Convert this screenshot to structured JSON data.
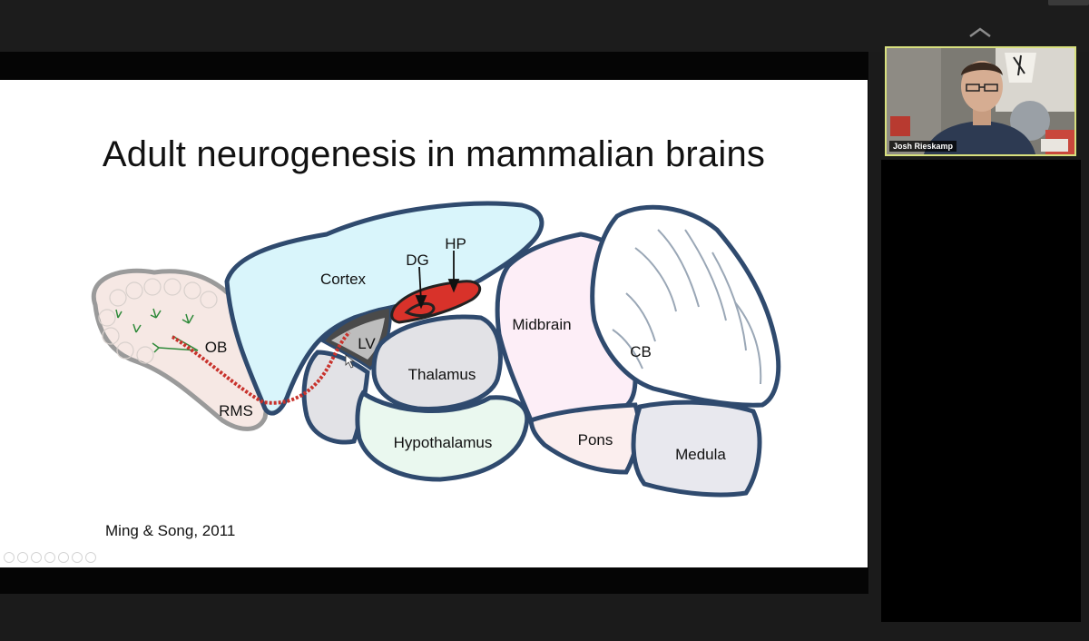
{
  "slide": {
    "title": "Adult neurogenesis in mammalian brains",
    "citation": "Ming & Song, 2011",
    "regions": {
      "cortex": "Cortex",
      "dg": "DG",
      "hp": "HP",
      "lv": "LV",
      "ob": "OB",
      "rms": "RMS",
      "thalamus": "Thalamus",
      "hypothalamus": "Hypothalamus",
      "midbrain": "Midbrain",
      "cb": "CB",
      "pons": "Pons",
      "medula": "Medula"
    }
  },
  "participant": {
    "name": "Josh Rieskamp"
  },
  "colors": {
    "outline": "#2f4a6e",
    "cortex_fill": "#d9f5fb",
    "hippocampus_red": "#d8322a",
    "ob_fill": "#f6e8e4",
    "tile_border": "#d8e07e"
  },
  "icons": {
    "collapse": "chevron-up-icon"
  }
}
